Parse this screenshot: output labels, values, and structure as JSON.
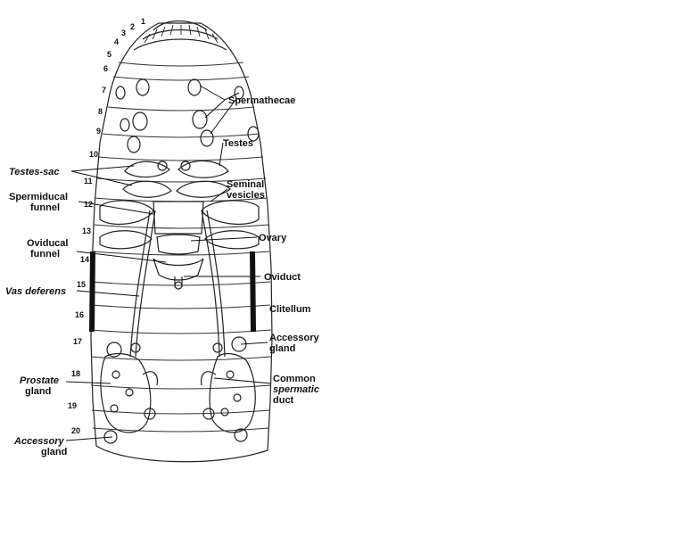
{
  "diagram": {
    "segment_numbers": [
      "1",
      "2",
      "3",
      "4",
      "5",
      "6",
      "7",
      "8",
      "9",
      "10",
      "11",
      "12",
      "13",
      "14",
      "15",
      "16",
      "17",
      "18",
      "19",
      "20"
    ],
    "labels": {
      "spermathecae": "Spermathecae",
      "testes": "Testes",
      "testes_sac": "Testes-sac",
      "seminal_vesicles": [
        "Seminal",
        "vesicles"
      ],
      "spermiducal_funnel": [
        "Spermiducal",
        "funnel"
      ],
      "ovary": "Ovary",
      "oviducal_funnel": [
        "Oviducal",
        "funnel"
      ],
      "oviduct": "Oviduct",
      "vas_deferens": "Vas deferens",
      "clitellum": "Clitellum",
      "accessory_gland_right": [
        "Accessory",
        "gland"
      ],
      "prostate_gland": [
        "Prostate",
        "gland"
      ],
      "common_spermatic_duct": [
        "Common",
        "spermatic",
        "duct"
      ],
      "accessory_gland_left": [
        "Accessory",
        "gland"
      ]
    }
  }
}
